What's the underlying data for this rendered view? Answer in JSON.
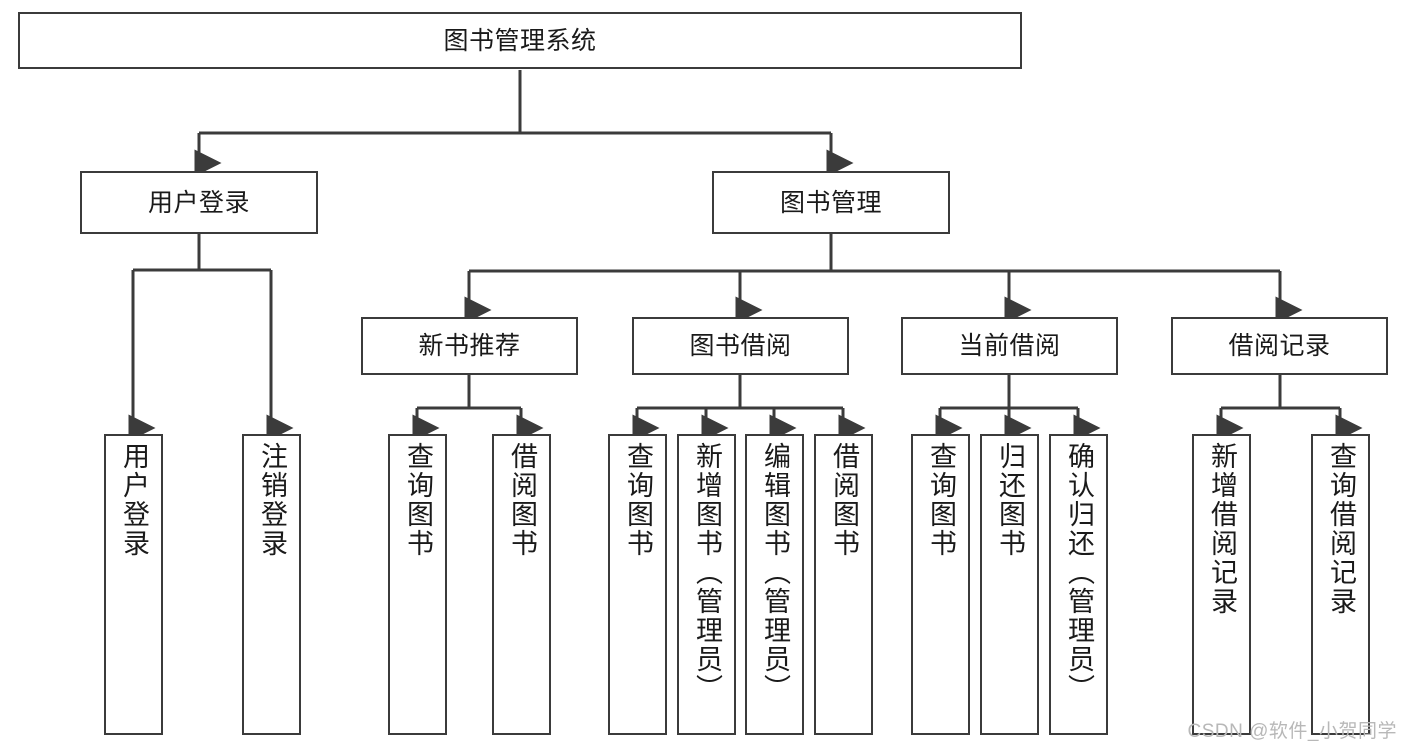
{
  "diagram": {
    "title": "图书管理系统",
    "type": "tree",
    "root": {
      "label": "图书管理系统"
    },
    "level2": [
      {
        "id": "user-login",
        "label": "用户登录"
      },
      {
        "id": "book-manage",
        "label": "图书管理"
      }
    ],
    "level3": [
      {
        "id": "new-book-recommend",
        "label": "新书推荐",
        "parent": "book-manage"
      },
      {
        "id": "book-borrow",
        "label": "图书借阅",
        "parent": "book-manage"
      },
      {
        "id": "current-borrow",
        "label": "当前借阅",
        "parent": "book-manage"
      },
      {
        "id": "borrow-record",
        "label": "借阅记录",
        "parent": "book-manage"
      }
    ],
    "leaves": [
      {
        "id": "leaf-user-login",
        "label": "用户登录",
        "parent": "user-login"
      },
      {
        "id": "leaf-user-logout",
        "label": "注销登录",
        "parent": "user-login"
      },
      {
        "id": "leaf-query-book-1",
        "label": "查询图书",
        "parent": "new-book-recommend"
      },
      {
        "id": "leaf-borrow-book-1",
        "label": "借阅图书",
        "parent": "new-book-recommend"
      },
      {
        "id": "leaf-query-book-2",
        "label": "查询图书",
        "parent": "book-borrow"
      },
      {
        "id": "leaf-add-book",
        "label": "新增图书（管理员）",
        "parent": "book-borrow"
      },
      {
        "id": "leaf-edit-book",
        "label": "编辑图书（管理员）",
        "parent": "book-borrow"
      },
      {
        "id": "leaf-borrow-book-2",
        "label": "借阅图书",
        "parent": "book-borrow"
      },
      {
        "id": "leaf-query-book-3",
        "label": "查询图书",
        "parent": "current-borrow"
      },
      {
        "id": "leaf-return-book",
        "label": "归还图书",
        "parent": "current-borrow"
      },
      {
        "id": "leaf-confirm-return",
        "label": "确认归还（管理员）",
        "parent": "current-borrow"
      },
      {
        "id": "leaf-add-record",
        "label": "新增借阅记录",
        "parent": "borrow-record"
      },
      {
        "id": "leaf-query-record",
        "label": "查询借阅记录",
        "parent": "borrow-record"
      }
    ],
    "colors": {
      "box_border": "#3b3b3b",
      "connector": "#3b3b3b",
      "background": "#ffffff",
      "text": "#1a1a1a",
      "watermark": "#b8b8b8"
    }
  },
  "watermark": {
    "text": "CSDN @软件_小贺同学"
  }
}
